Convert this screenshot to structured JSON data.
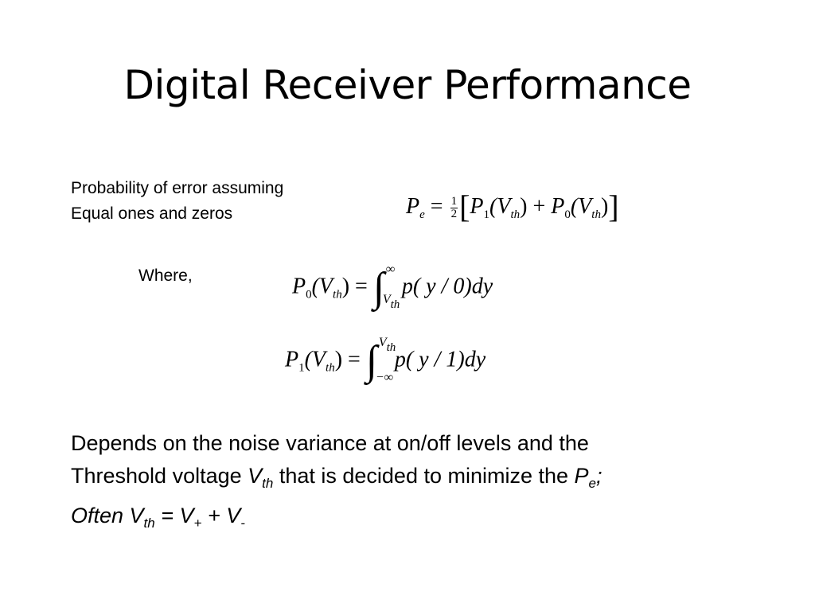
{
  "title": "Digital Receiver Performance",
  "notes": {
    "probability_line1": "Probability of error assuming",
    "probability_line2": "Equal ones and zeros",
    "where": "Where,"
  },
  "equations": {
    "pe": {
      "lhs": "P",
      "lhs_sub": "e",
      "eq": " = ",
      "frac_num": "1",
      "frac_den": "2",
      "lb": "[",
      "t1": "P",
      "t1_sub": "1",
      "t1_arg": "(V",
      "th": "th",
      "close": ")",
      "plus": " + ",
      "t2": "P",
      "t2_sub": "0",
      "t2_arg": "(V",
      "rb": "]"
    },
    "p0": {
      "lhs": "P",
      "lhs_sub": "0",
      "arg": "(V",
      "th": "th",
      "close": ") = ",
      "upper": "∞",
      "lower": "V",
      "lower_sub": "th",
      "integrand": "p( y / 0)dy"
    },
    "p1": {
      "lhs": "P",
      "lhs_sub": "1",
      "arg": "(V",
      "th": "th",
      "close": ") = ",
      "upper": "V",
      "upper_sub": "th",
      "lower": "−∞",
      "integrand": "p( y / 1)dy"
    }
  },
  "body": {
    "line1": "Depends on the noise variance at on/off levels and the",
    "line2_a": "Threshold voltage ",
    "line2_v": "V",
    "line2_vsub": "th",
    "line2_b": " that is decided to minimize the  ",
    "line2_p": "P",
    "line2_psub": "e",
    "line2_semi": ";",
    "line3_a": "Often V",
    "line3_asub": "th",
    "line3_b": " = V",
    "line3_bsub": "+",
    "line3_c": " + V",
    "line3_csub": "-"
  }
}
